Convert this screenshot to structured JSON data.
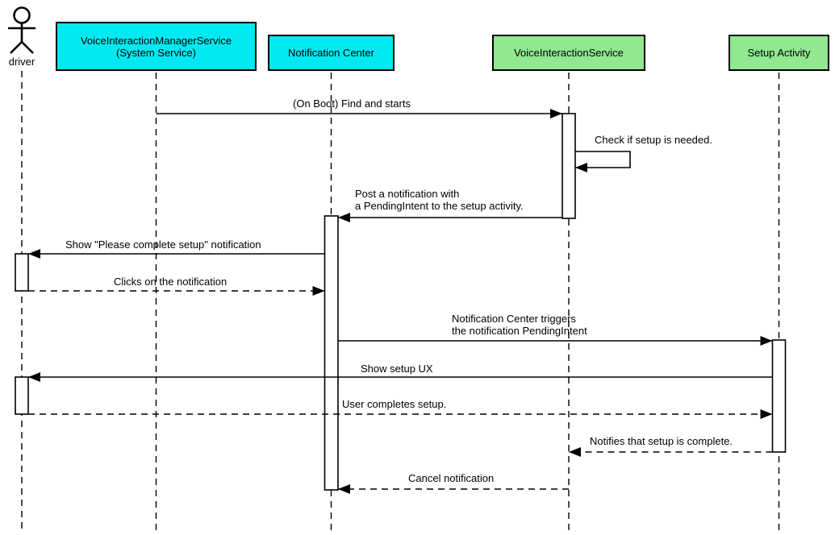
{
  "diagram": {
    "type": "uml-sequence",
    "actor": {
      "label": "driver"
    },
    "participants": [
      {
        "id": "voice-interaction-manager-service",
        "label": "VoiceInteractionManagerService\n(System Service)",
        "fill": "#00E9F0"
      },
      {
        "id": "notification-center",
        "label": "Notification Center",
        "fill": "#00E9F0"
      },
      {
        "id": "voice-interaction-service",
        "label": "VoiceInteractionService",
        "fill": "#90E890"
      },
      {
        "id": "setup-activity",
        "label": "Setup Activity",
        "fill": "#90E890"
      }
    ],
    "colors": {
      "system_service_box": "#00E9F0",
      "app_box": "#90E890",
      "stroke": "#000000",
      "background": "#FFFFFF"
    },
    "messages": [
      {
        "text": "(On Boot) Find and starts",
        "from": "VoiceInteractionManagerService (System Service)",
        "to": "VoiceInteractionService",
        "line": "solid"
      },
      {
        "text": "Check if setup is needed.",
        "from": "VoiceInteractionService",
        "to": "VoiceInteractionService",
        "line": "solid"
      },
      {
        "text": "Post a notification with\na PendingIntent to the setup activity.",
        "from": "VoiceInteractionService",
        "to": "Notification Center",
        "line": "solid"
      },
      {
        "text": "Show \"Please complete setup\" notification",
        "from": "Notification Center",
        "to": "driver",
        "line": "solid"
      },
      {
        "text": "Clicks on the notification",
        "from": "driver",
        "to": "Notification Center",
        "line": "dashed"
      },
      {
        "text": "Notification Center triggers\nthe notification PendingIntent",
        "from": "Notification Center",
        "to": "Setup Activity",
        "line": "solid"
      },
      {
        "text": "Show setup UX",
        "from": "Setup Activity",
        "to": "driver",
        "line": "solid"
      },
      {
        "text": "User completes setup.",
        "from": "driver",
        "to": "Setup Activity",
        "line": "dashed"
      },
      {
        "text": "Notifies that setup is complete.",
        "from": "Setup Activity",
        "to": "VoiceInteractionService",
        "line": "dashed"
      },
      {
        "text": "Cancel notification",
        "from": "VoiceInteractionService",
        "to": "Notification Center",
        "line": "dashed"
      }
    ]
  }
}
